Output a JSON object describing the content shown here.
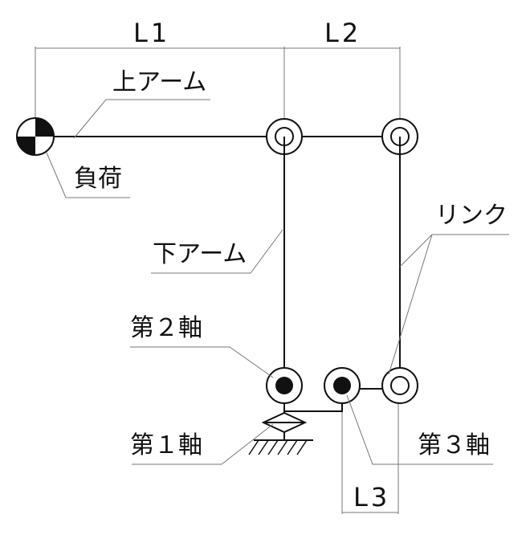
{
  "labels": {
    "dim_l1": "L1",
    "dim_l2": "L2",
    "dim_l3": "L3",
    "upper_arm": "上アーム",
    "load": "負荷",
    "link": "リンク",
    "lower_arm": "下アーム",
    "axis2": "第２軸",
    "axis1": "第１軸",
    "axis3": "第３軸"
  },
  "icons": {
    "load_mass": "center-of-mass-icon",
    "joint": "revolute-joint-icon",
    "ground": "ground-hatch-icon",
    "bearing": "bearing-diamond-icon"
  },
  "colors": {
    "line": "#111111",
    "leader": "#777777",
    "background": "#ffffff"
  }
}
